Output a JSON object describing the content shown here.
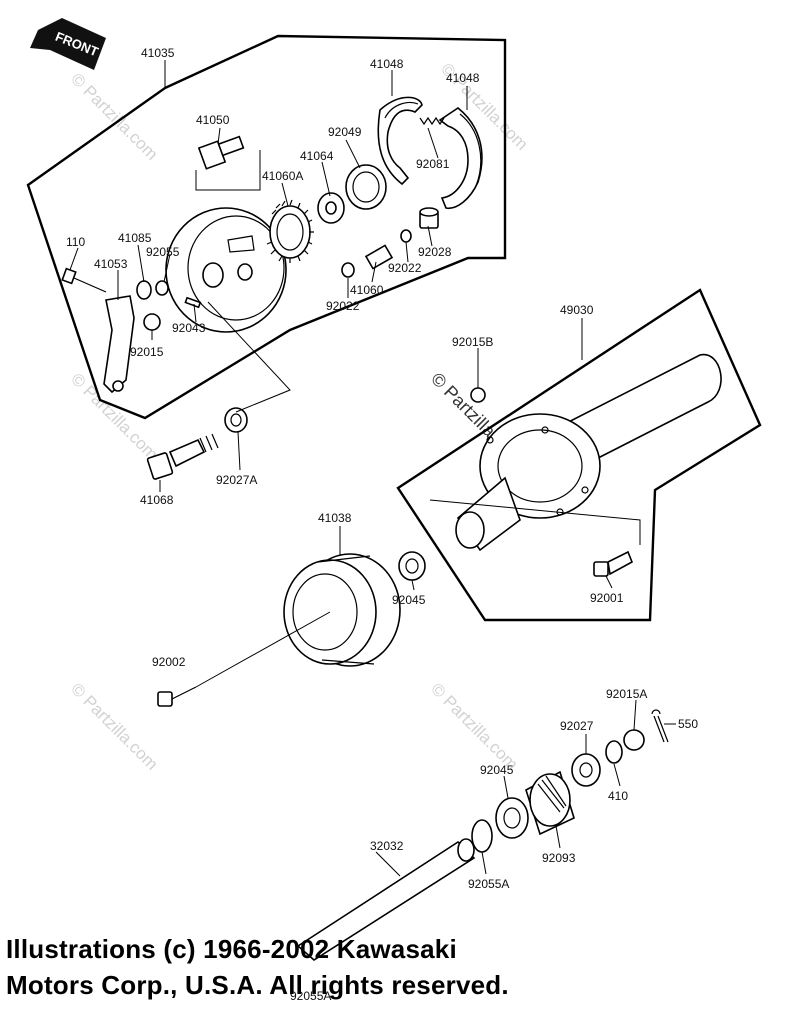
{
  "front_label": "FRONT",
  "labels": {
    "p41035": "41035",
    "p41048a": "41048",
    "p41048b": "41048",
    "p41050": "41050",
    "p92049": "92049",
    "p41064": "41064",
    "p92081": "92081",
    "p41060A": "41060A",
    "p41085": "41085",
    "p92055": "92055",
    "p110": "110",
    "p41053": "41053",
    "p92028": "92028",
    "p92022a": "92022",
    "p41060": "41060",
    "p92022b": "92022",
    "p92043": "92043",
    "p92015": "92015",
    "p49030": "49030",
    "p92015B": "92015B",
    "p41068": "41068",
    "p92027A": "92027A",
    "p41038": "41038",
    "p92045a": "92045",
    "p92001": "92001",
    "p92002": "92002",
    "p92015A": "92015A",
    "p550": "550",
    "p92027": "92027",
    "p92045b": "92045",
    "p410": "410",
    "p92093": "92093",
    "p32032": "32032",
    "p92055A": "92055A",
    "p92055A_b": "92055A"
  },
  "copyright": {
    "line1": "Illustrations (c) 1966-2002 Kawasaki",
    "line2": "Motors Corp., U.S.A. All rights reserved."
  },
  "watermark": "© Partzilla.com"
}
